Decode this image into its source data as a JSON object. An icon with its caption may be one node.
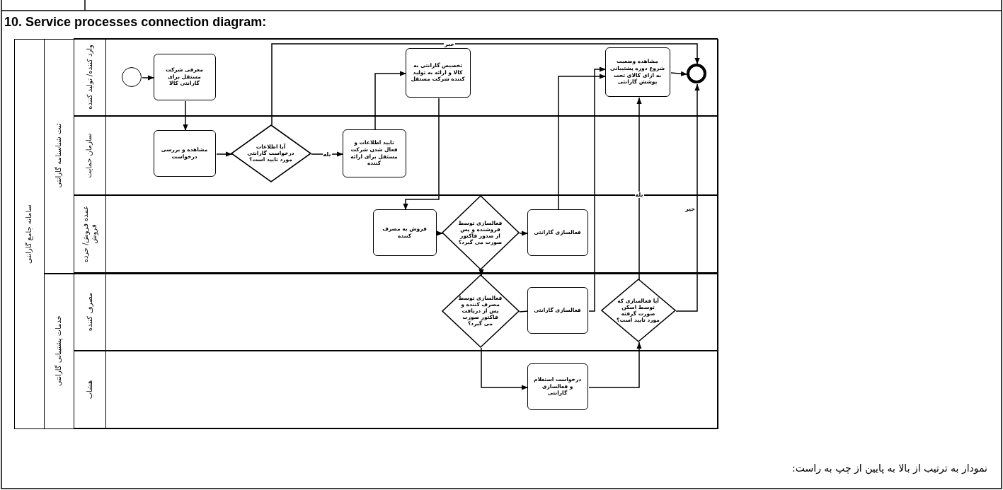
{
  "diagram": {
    "title": "10. Service processes connection diagram:",
    "caption": "نمودار به ترتیب از بالا به پایین از چپ به راست:",
    "nodes": [
      {
        "text": [
          "سامانه جامع گارانتی"
        ]
      },
      {
        "text": [
          "ثبت شناسنامه گارانتی"
        ],
        "in": 0
      },
      {
        "text": [
          "وارد کننده/ تولید کننده"
        ],
        "in": 1
      },
      {
        "text": [
          "سازمان حمایت"
        ],
        "in": 1
      },
      {
        "text": [
          "عمده فروش/ خرده فروش"
        ],
        "in": 1
      },
      {
        "text": [
          "خدمات پشتیبانی گارانتی"
        ],
        "in": 0
      },
      {
        "text": [
          "مصرف کننده"
        ],
        "in": 5
      },
      {
        "text": [
          "هشاب"
        ],
        "in": 5
      },
      {
        "text": [],
        "shape": "circle",
        "in": 2
      },
      {
        "text": [
          "معرفی شرکت مستقل برای گارانتی کالا"
        ],
        "in": 2
      },
      {
        "text": [
          "مشاهده و بررسی درخواست"
        ],
        "in": 3
      },
      {
        "text": [
          "آیا اطلاعات درخواست گارانتی مورد تایید است؟"
        ],
        "in": 3
      },
      {
        "text": [
          "تایید اطلاعات و فعال شدن شرکت مستقل برای ارائه کننده"
        ],
        "in": 3
      },
      {
        "text": [
          "تخصیص گارانتی به کالا و ارائه به تولید کننده شرکت مستقل"
        ],
        "in": 2
      },
      {
        "text": [
          "مشاهده وضعیت شروع دوره پشتیبانی به ازای کالای تحت پوشش گارانتی"
        ],
        "in": 2
      },
      {
        "text": [],
        "shape": "circle",
        "in": 2
      },
      {
        "text": [
          "فروش به مصرف کننده"
        ],
        "in": 4
      },
      {
        "text": [
          "فعالسازی توسط فروشنده و پس از صدور فاکتور صورت می گیرد؟"
        ],
        "in": 4
      },
      {
        "text": [
          "فعالسازی گارانتی"
        ],
        "in": 4
      },
      {
        "text": [
          "فعالسازی توسط مصرف کننده و پس از دریافت فاکتور صورت می گیرد؟"
        ],
        "in": 6
      },
      {
        "text": [
          "فعالسازی گارانتی"
        ],
        "in": 6
      },
      {
        "text": [
          "آیا فعالسازی که توسط اسکن صورت گرفته مورد تایید است؟"
        ],
        "in": 6
      },
      {
        "text": [
          "درخواست استعلام و فعالسازی گارانتی"
        ],
        "in": 7
      }
    ],
    "edges": [
      {
        "from": 8,
        "to": 9,
        "arrow": "to"
      },
      {
        "from": 9,
        "to": 10,
        "arrow": "to"
      },
      {
        "from": 10,
        "to": 11,
        "arrow": "to"
      },
      {
        "from": 11,
        "to": 12,
        "arrow": "to",
        "label": "بله"
      },
      {
        "from": 11,
        "to": 15,
        "arrow": "to",
        "label": "خیر"
      },
      {
        "from": 12,
        "to": 13,
        "arrow": "to"
      },
      {
        "from": 13,
        "to": 16,
        "arrow": "to"
      },
      {
        "from": 16,
        "to": 17,
        "arrow": "to"
      },
      {
        "from": 17,
        "to": 18,
        "arrow": "to"
      },
      {
        "from": 18,
        "to": 14,
        "arrow": "to"
      },
      {
        "from": 17,
        "to": 19,
        "arrow": "to"
      },
      {
        "from": 19,
        "to": 20,
        "arrow": "none"
      },
      {
        "from": 20,
        "to": 14,
        "arrow": "to"
      },
      {
        "from": 19,
        "to": 22,
        "arrow": "to"
      },
      {
        "from": 22,
        "to": 21,
        "arrow": "to"
      },
      {
        "from": 21,
        "to": 14,
        "arrow": "to",
        "label": "بله"
      },
      {
        "from": 21,
        "to": 15,
        "arrow": "to",
        "label": "خیر"
      },
      {
        "from": 14,
        "to": 15,
        "arrow": "to"
      }
    ]
  }
}
